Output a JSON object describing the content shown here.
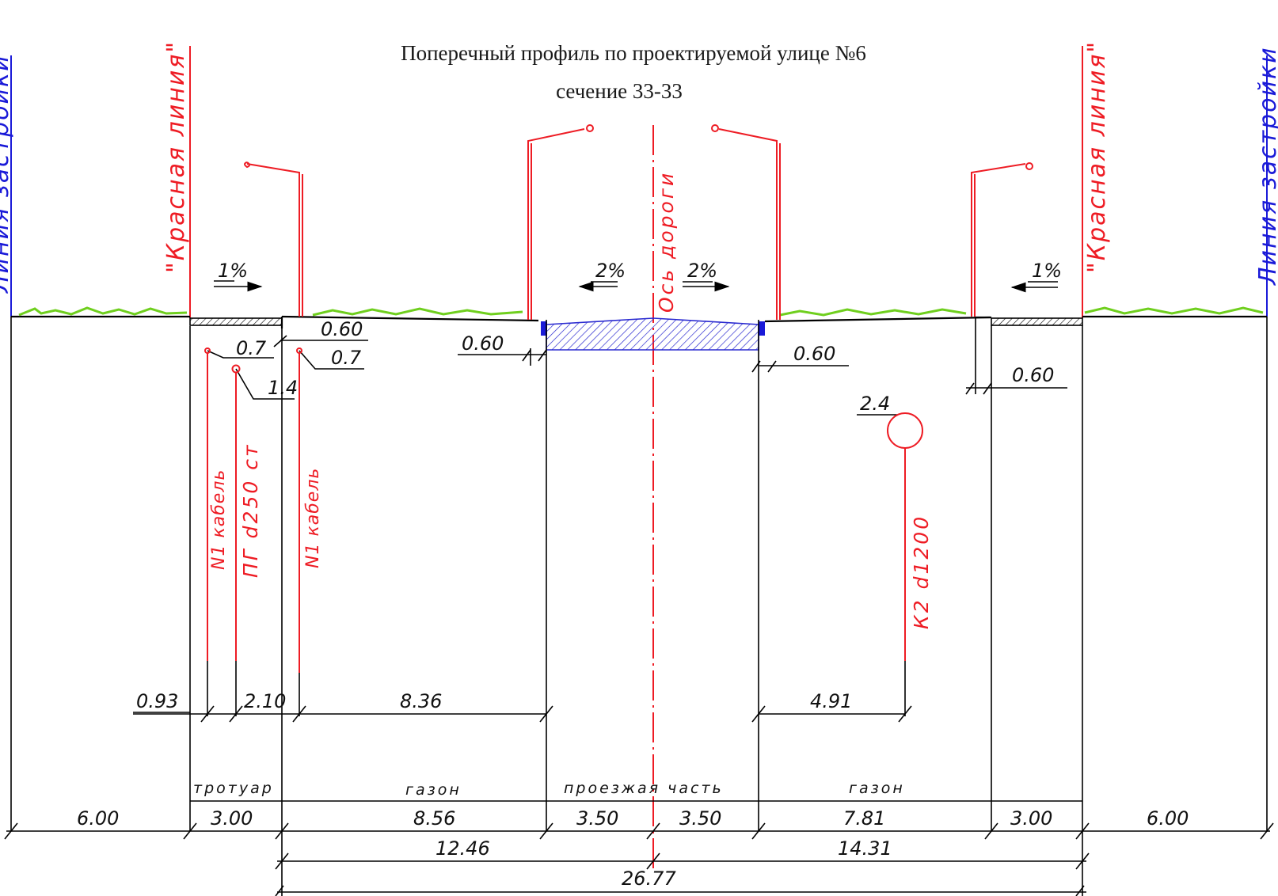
{
  "title": {
    "line1": "Поперечный профиль по проектируемой улице №6",
    "line2": "сечение 33-33"
  },
  "labels": {
    "red_line_left": "\"Красная линия\"",
    "red_line_right": "\"Красная линия\"",
    "build_line_left": "Линия застройки",
    "build_line_right": "Линия застройки",
    "axis": "Ось дороги"
  },
  "slopes": {
    "left_sidewalk": "1%",
    "left_road": "2%",
    "right_road": "2%",
    "right_sidewalk": "1%"
  },
  "offsets": {
    "curb_left_top": "0.60",
    "road_left": "0.60",
    "road_right": "0.60",
    "curb_right": "0.60"
  },
  "depths": {
    "cable1": "0.7",
    "cable2": "0.7",
    "gas": "1.4",
    "sewer": "2.4"
  },
  "utilities": {
    "cable1": "N1 кабель",
    "gas": "ПГ d250 ст",
    "cable2": "N1 кабель",
    "sewer": "К2 d1200"
  },
  "utility_dims": {
    "d1": "0.93",
    "d2": "2.10",
    "d3": "8.36",
    "d4": "4.91"
  },
  "zones": {
    "sidewalk": "тротуар",
    "lawn_left": "газон",
    "roadway": "проезжая часть",
    "lawn_right": "газон"
  },
  "widths": {
    "w1": "6.00",
    "w2": "3.00",
    "w3": "8.56",
    "w4": "3.50",
    "w5": "3.50",
    "w6": "7.81",
    "w7": "3.00",
    "w8": "6.00",
    "half_left": "12.46",
    "half_right": "14.31",
    "total": "26.77"
  },
  "colors": {
    "red": "#ee1c24",
    "blue": "#1a1ad8",
    "grass": "#6fcf1e",
    "asphalt_hatch": "#2a2ad0"
  }
}
